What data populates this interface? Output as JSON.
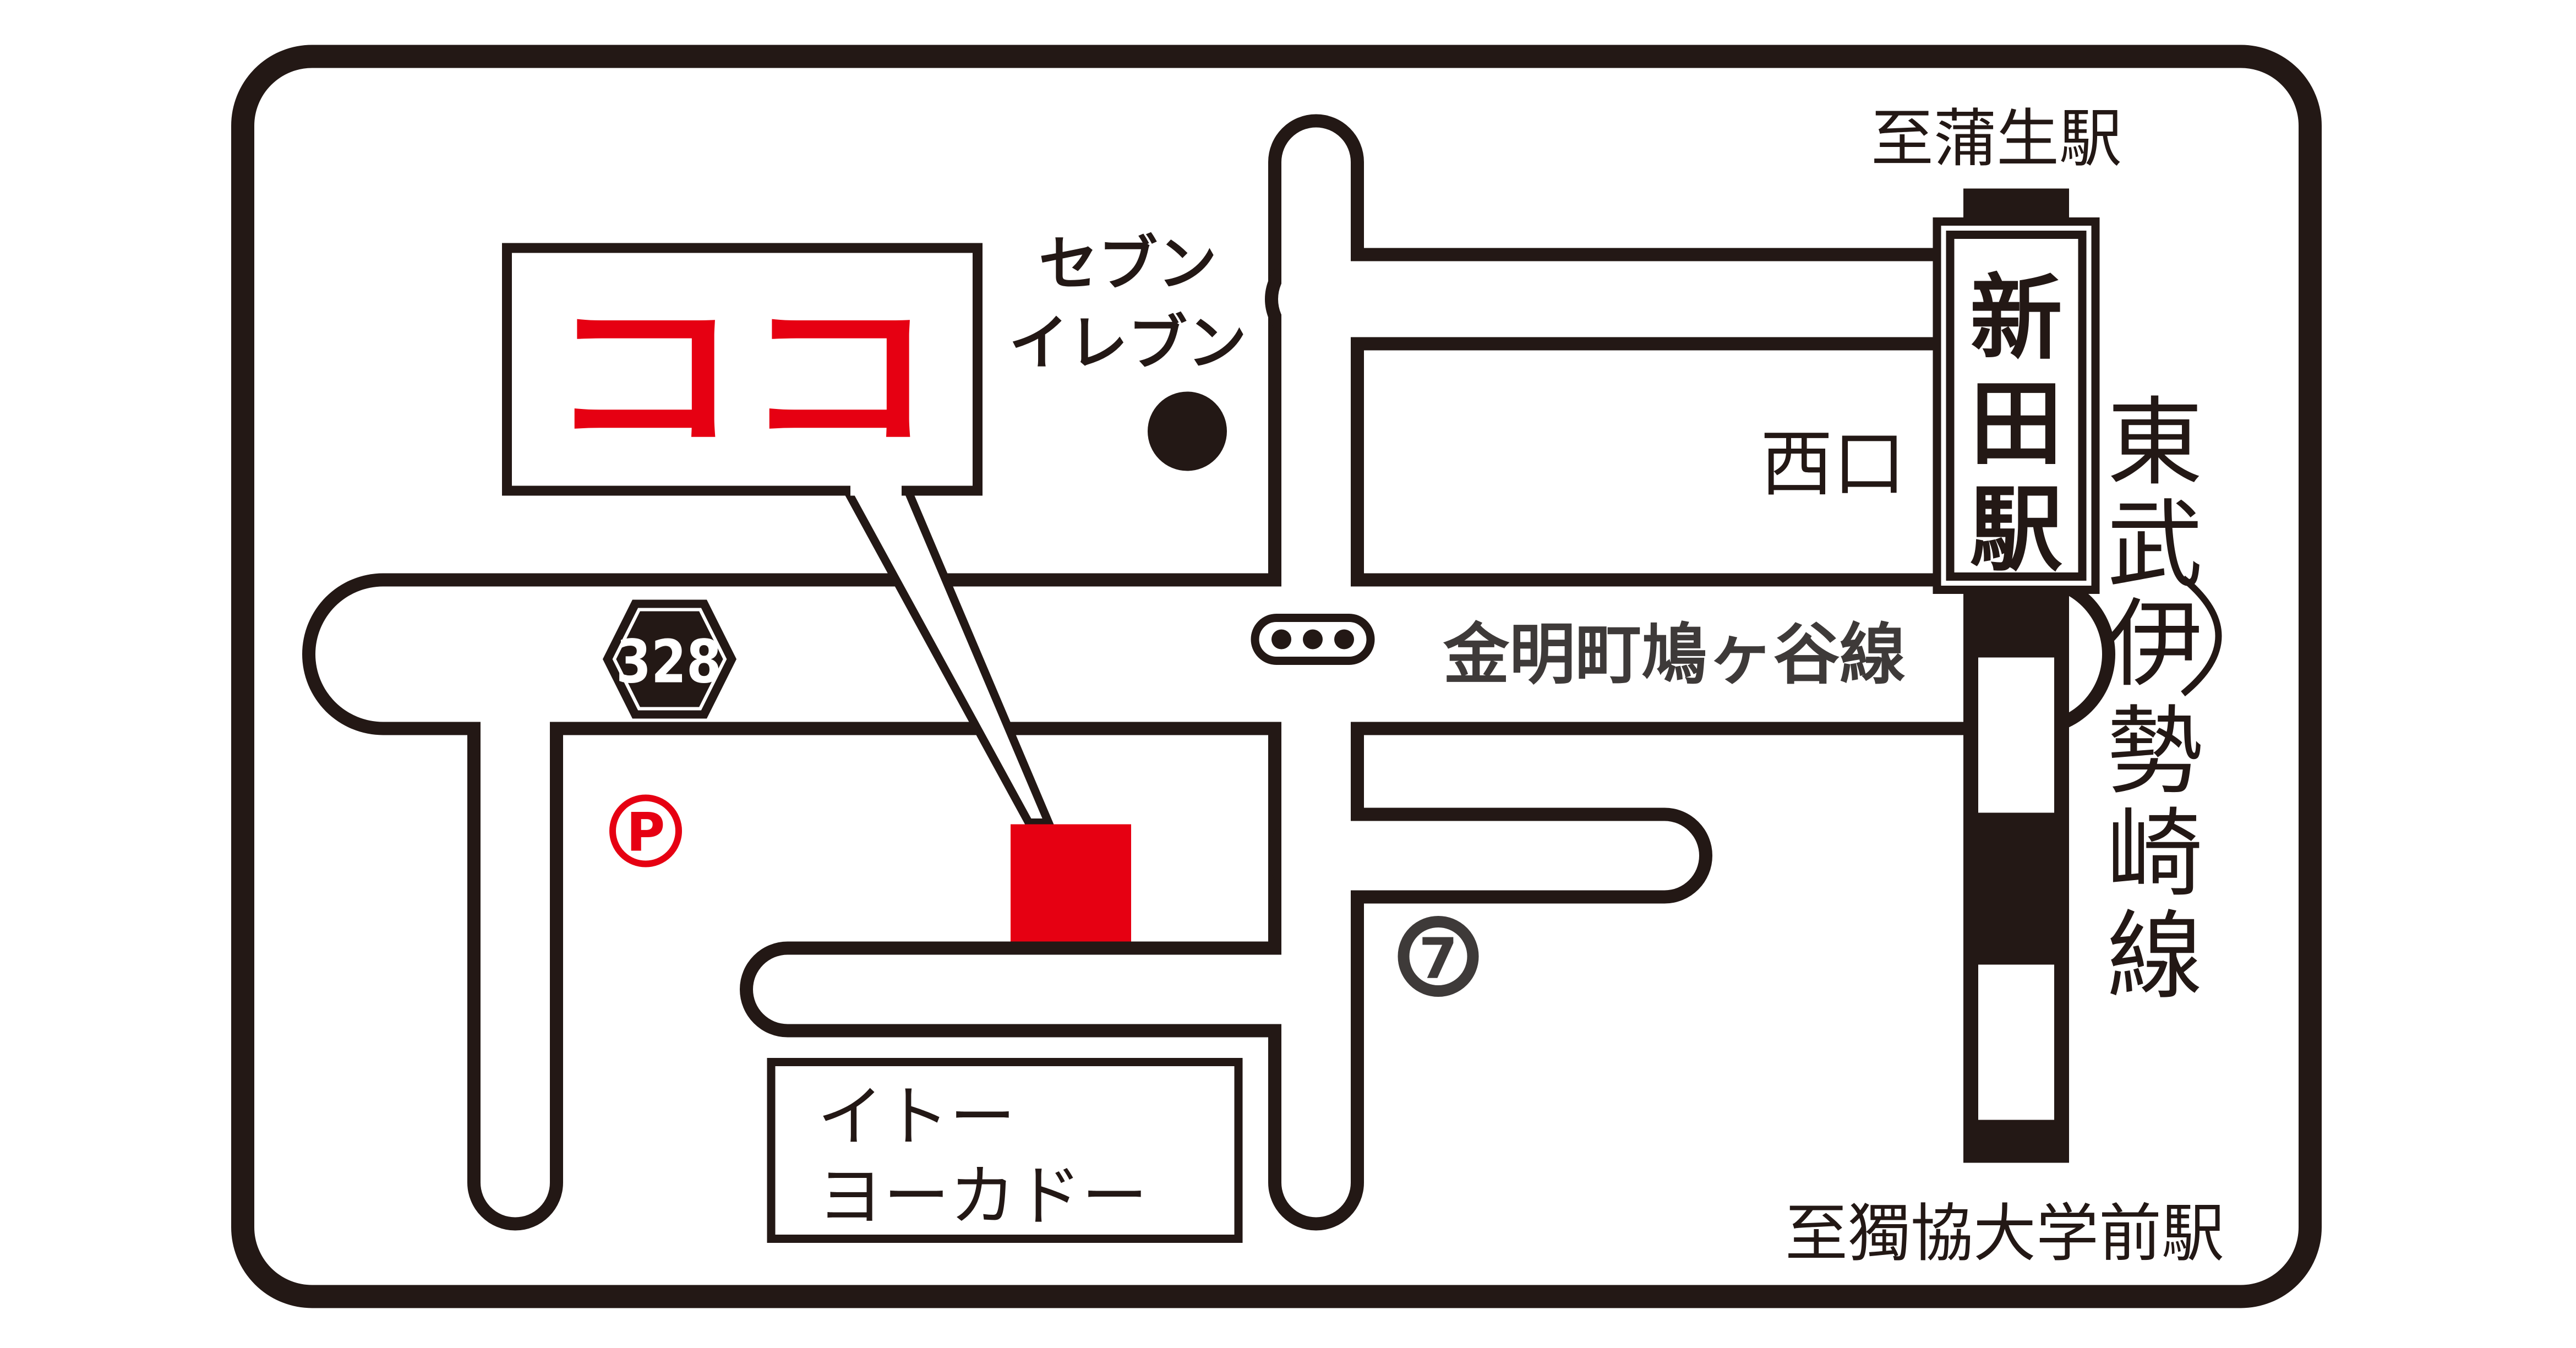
{
  "map": {
    "target_label": "ココ",
    "route_label": "金明町鳩ヶ谷線",
    "route_number": "328",
    "station": {
      "name": "新田駅",
      "name_chars": [
        "新",
        "田",
        "駅"
      ],
      "exit": "西口"
    },
    "railway": {
      "name": "東武伊勢崎線",
      "name_chars": [
        "東",
        "武",
        "伊",
        "勢",
        "崎",
        "線"
      ]
    },
    "direction_north": "至蒲生駅",
    "direction_south": "至獨協大学前駅",
    "landmarks": {
      "seven_eleven_line1": "セブン",
      "seven_eleven_line2": "イレブン",
      "seven_eleven_logo": "7",
      "ito_yokado_line1": "イトー",
      "ito_yokado_line2": "ヨーカドー"
    },
    "parking_symbol": "P"
  },
  "colors": {
    "ink": "#231815",
    "road_fill": "#ffffff",
    "accent_red": "#e60012",
    "route_text": "#3e3a39"
  }
}
